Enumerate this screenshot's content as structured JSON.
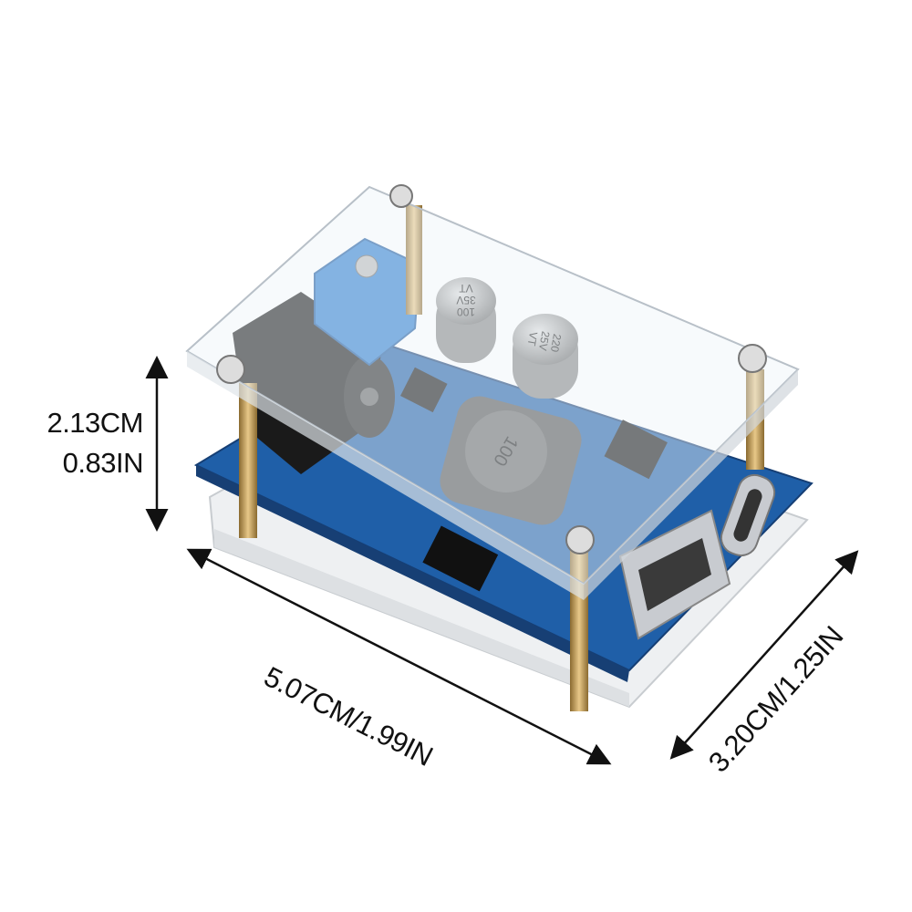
{
  "dimensions": {
    "height_cm": "2.13CM",
    "height_in": "0.83IN",
    "length": "5.07CM/1.99IN",
    "width": "3.20CM/1.25IN"
  },
  "components": {
    "capacitor_small": [
      "100",
      "35V",
      "VT"
    ],
    "capacitor_large": [
      "220",
      "25V",
      "VT"
    ],
    "inductor": "100"
  },
  "colors": {
    "pcb": "#1f5fa8",
    "terminal": "#2f7fd0",
    "standoff": "#c9a060",
    "arrow": "#111111"
  }
}
